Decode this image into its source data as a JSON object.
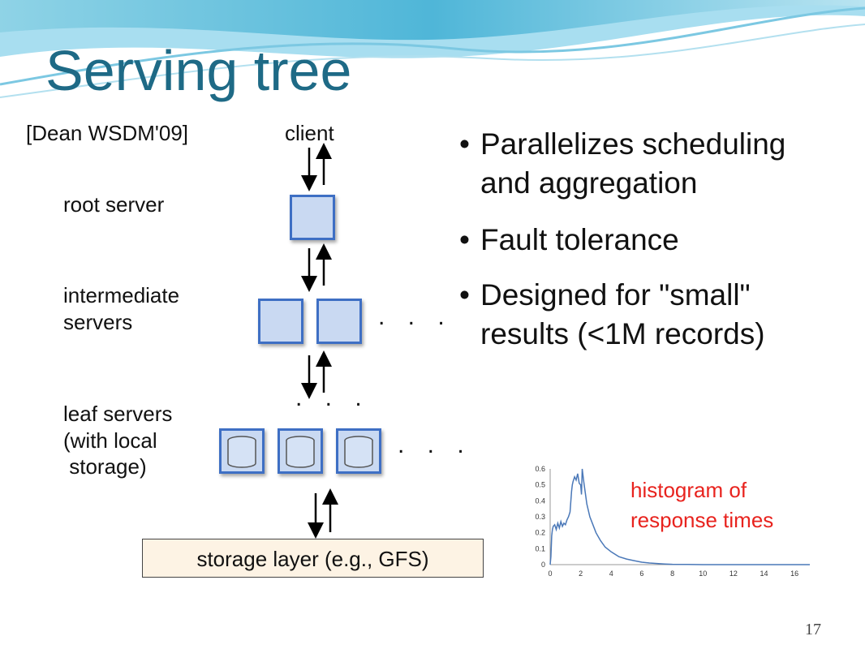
{
  "slide": {
    "title": "Serving tree",
    "page_number": "17"
  },
  "diagram": {
    "citation": "[Dean WSDM'09]",
    "client": "client",
    "root": "root server",
    "intermediate": [
      "intermediate",
      "servers"
    ],
    "leaf": [
      "leaf servers",
      "(with local",
      " storage)"
    ],
    "ellipsis": ". . .",
    "storage": "storage layer (e.g., GFS)"
  },
  "bullets": [
    [
      "Parallelizes scheduling",
      "and aggregation"
    ],
    [
      "Fault tolerance"
    ],
    [
      "Designed for \"small\"",
      "results (<1M records)"
    ]
  ],
  "histogram": {
    "note": [
      "histogram of",
      "response times"
    ]
  },
  "chart_data": {
    "type": "line",
    "title": "",
    "xlabel": "",
    "ylabel": "",
    "xlim": [
      0,
      17
    ],
    "ylim": [
      0,
      0.6
    ],
    "x_ticks": [
      0,
      2,
      4,
      6,
      8,
      10,
      12,
      14,
      16
    ],
    "y_ticks": [
      0,
      0.1,
      0.2,
      0.3,
      0.4,
      0.5,
      0.6
    ],
    "series": [
      {
        "color": "#4a78b8",
        "x": [
          0,
          0.05,
          0.1,
          0.15,
          0.2,
          0.3,
          0.4,
          0.5,
          0.6,
          0.7,
          0.8,
          0.9,
          1.0,
          1.1,
          1.2,
          1.3,
          1.4,
          1.45,
          1.5,
          1.6,
          1.7,
          1.8,
          1.9,
          2.0,
          2.05,
          2.1,
          2.2,
          2.3,
          2.4,
          2.6,
          2.8,
          3.0,
          3.3,
          3.6,
          4.0,
          4.5,
          5.0,
          5.5,
          6.0,
          6.5,
          7.0,
          7.5,
          8.0,
          9.0,
          10.0,
          17.0
        ],
        "y": [
          0,
          0.05,
          0.18,
          0.22,
          0.24,
          0.25,
          0.22,
          0.26,
          0.23,
          0.27,
          0.24,
          0.26,
          0.25,
          0.28,
          0.3,
          0.33,
          0.46,
          0.5,
          0.52,
          0.55,
          0.53,
          0.57,
          0.51,
          0.5,
          0.44,
          0.6,
          0.52,
          0.45,
          0.38,
          0.3,
          0.25,
          0.2,
          0.15,
          0.11,
          0.08,
          0.05,
          0.035,
          0.025,
          0.015,
          0.01,
          0.007,
          0.004,
          0.002,
          0.001,
          0.0,
          0.0
        ]
      }
    ]
  }
}
